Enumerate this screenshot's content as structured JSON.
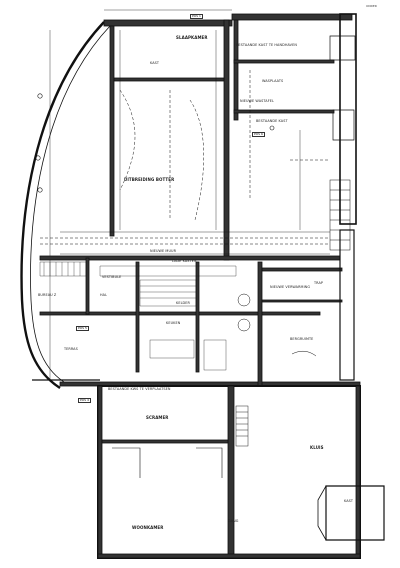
{
  "corner": {
    "left": "",
    "right": "ONDER"
  },
  "rooms": {
    "slaapkamer": "SLAAPKAMER",
    "kast": "KAST",
    "washoek": "WASPLAATS",
    "bestaande_kast": "BESTAANDE KAST",
    "uitbreiding": "UITBREIDING BOTTER",
    "vestibule": "VESTIBULE",
    "hal": "HAL",
    "buro": "BUREAU Z",
    "kelder": "KELDER",
    "keuken": "KEUKEN",
    "trap": "TRAP",
    "terras": "TERRAS",
    "bergruimte": "BERGRUIMTE",
    "kamer_links": "SCRAMER",
    "kamer_rechts": "KLUIS",
    "woonkamer": "WOONKAMER",
    "gang": "GANG",
    "kast_rechts": "KAST"
  },
  "tags": {
    "pos1": "POS 1",
    "pos6": "POS 6",
    "pos5": "POS 5",
    "pos4": "POS 4"
  },
  "notes": {
    "n1": "BESTAANDE KAST TE HANDHAVEN",
    "n2": "NIEUWE WASTAFEL",
    "n3": "BESTAANDE KWS TE VERPLAATSEN",
    "n4": "NIEUWE MUUR",
    "n5": "LAGE KASTEN",
    "n6": "NIEUWE VERWARMING"
  }
}
